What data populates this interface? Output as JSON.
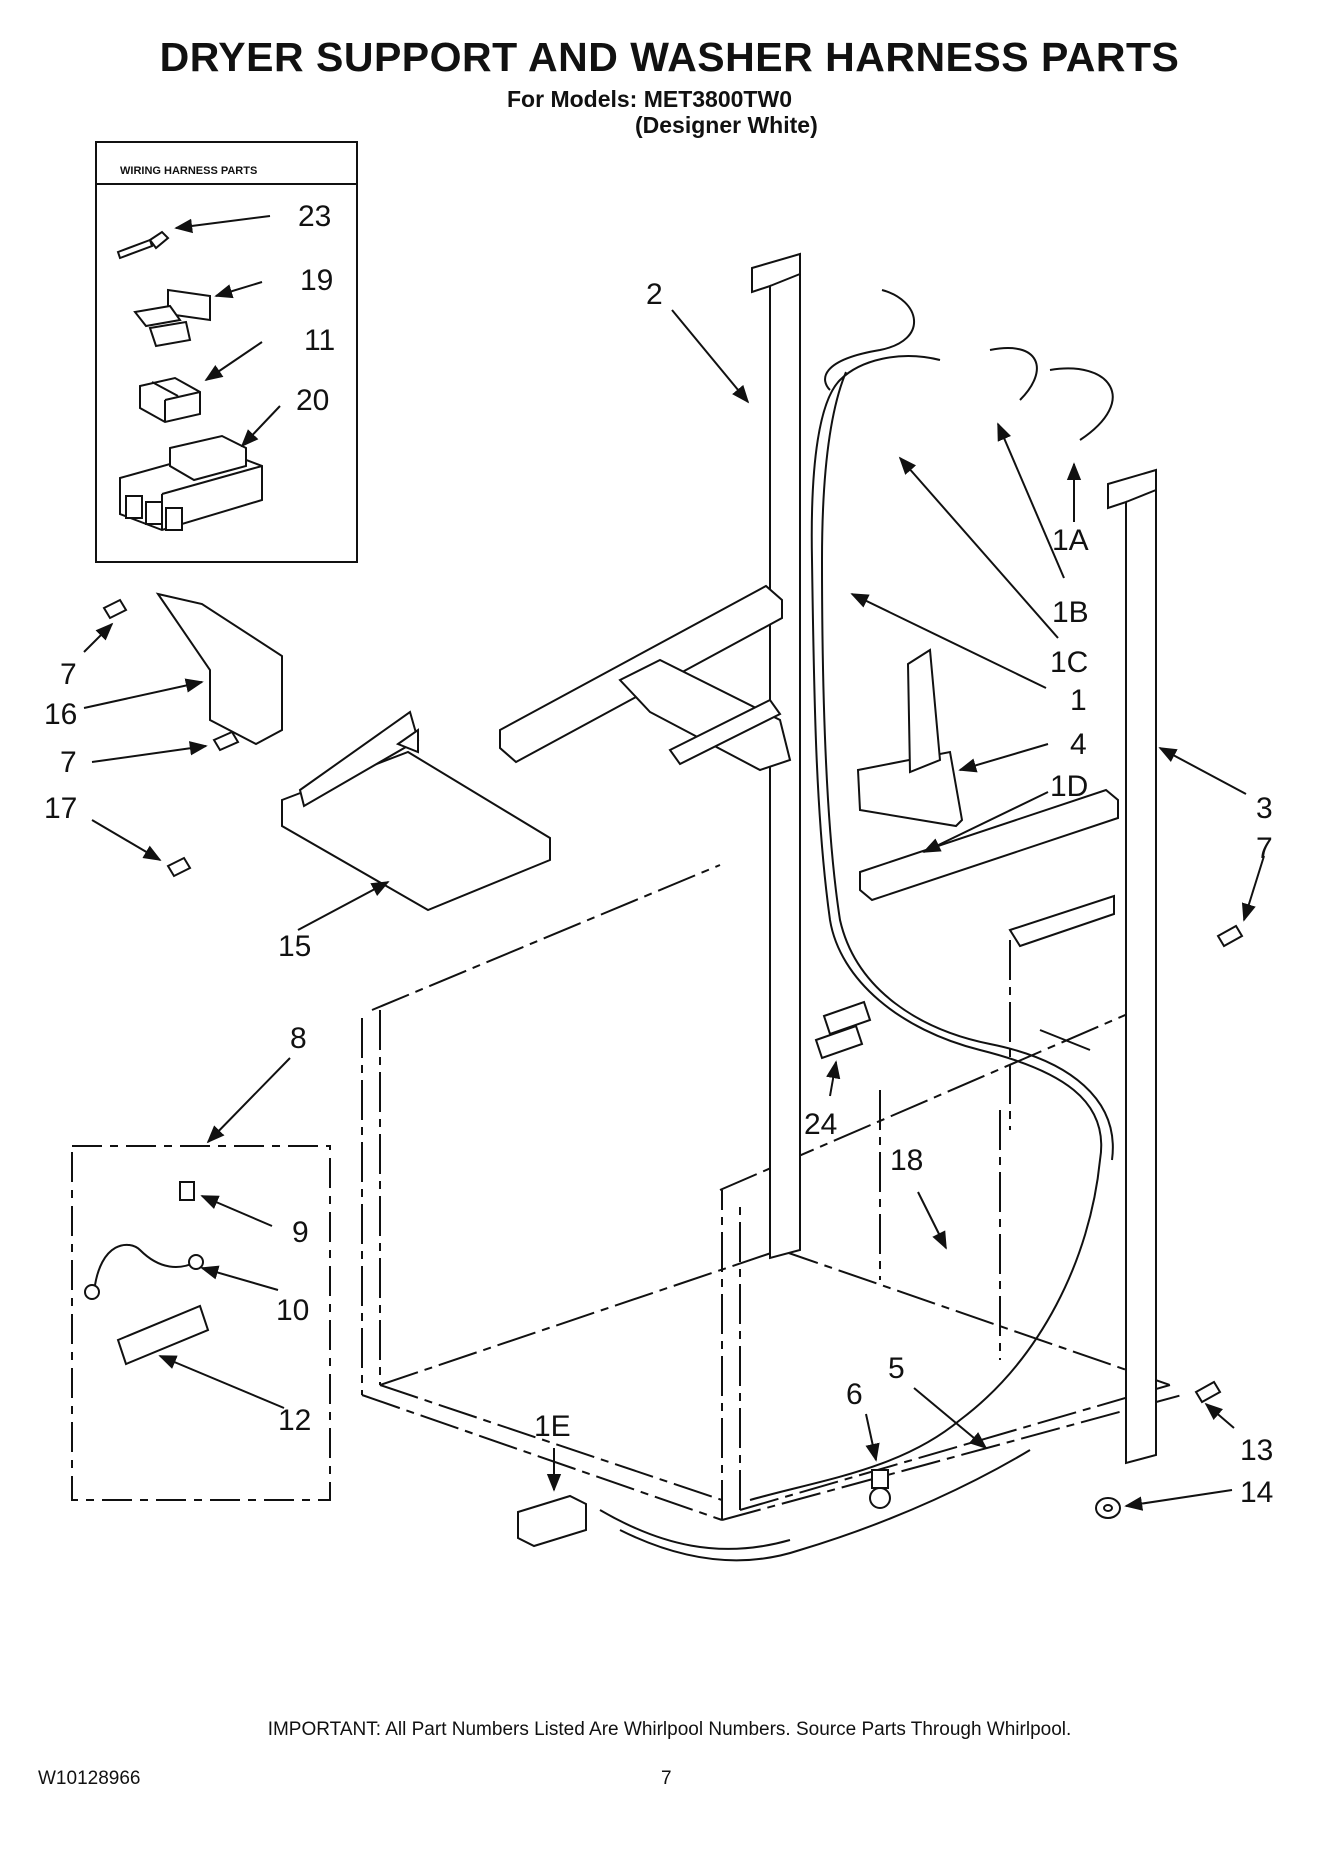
{
  "header": {
    "title": "DRYER SUPPORT AND WASHER HARNESS PARTS",
    "models_line": "For Models: MET3800TW0",
    "color_line": "(Designer White)"
  },
  "inset_box": {
    "label": "WIRING HARNESS PARTS"
  },
  "callouts": {
    "c23": "23",
    "c19": "19",
    "c11": "11",
    "c20": "20",
    "c2": "2",
    "c1A": "1A",
    "c1B": "1B",
    "c1C": "1C",
    "c1": "1",
    "c4": "4",
    "c1D": "1D",
    "c3": "3",
    "c7a": "7",
    "c7b": "7",
    "c7c": "7",
    "c16": "16",
    "c17": "17",
    "c15": "15",
    "c8": "8",
    "c9": "9",
    "c10": "10",
    "c12": "12",
    "c24": "24",
    "c18": "18",
    "c5": "5",
    "c6": "6",
    "c1E": "1E",
    "c13": "13",
    "c14": "14"
  },
  "footer": {
    "important": "IMPORTANT: All Part Numbers Listed Are Whirlpool Numbers. Source Parts Through Whirlpool.",
    "doc_number": "W10128966",
    "page_number": "7"
  }
}
